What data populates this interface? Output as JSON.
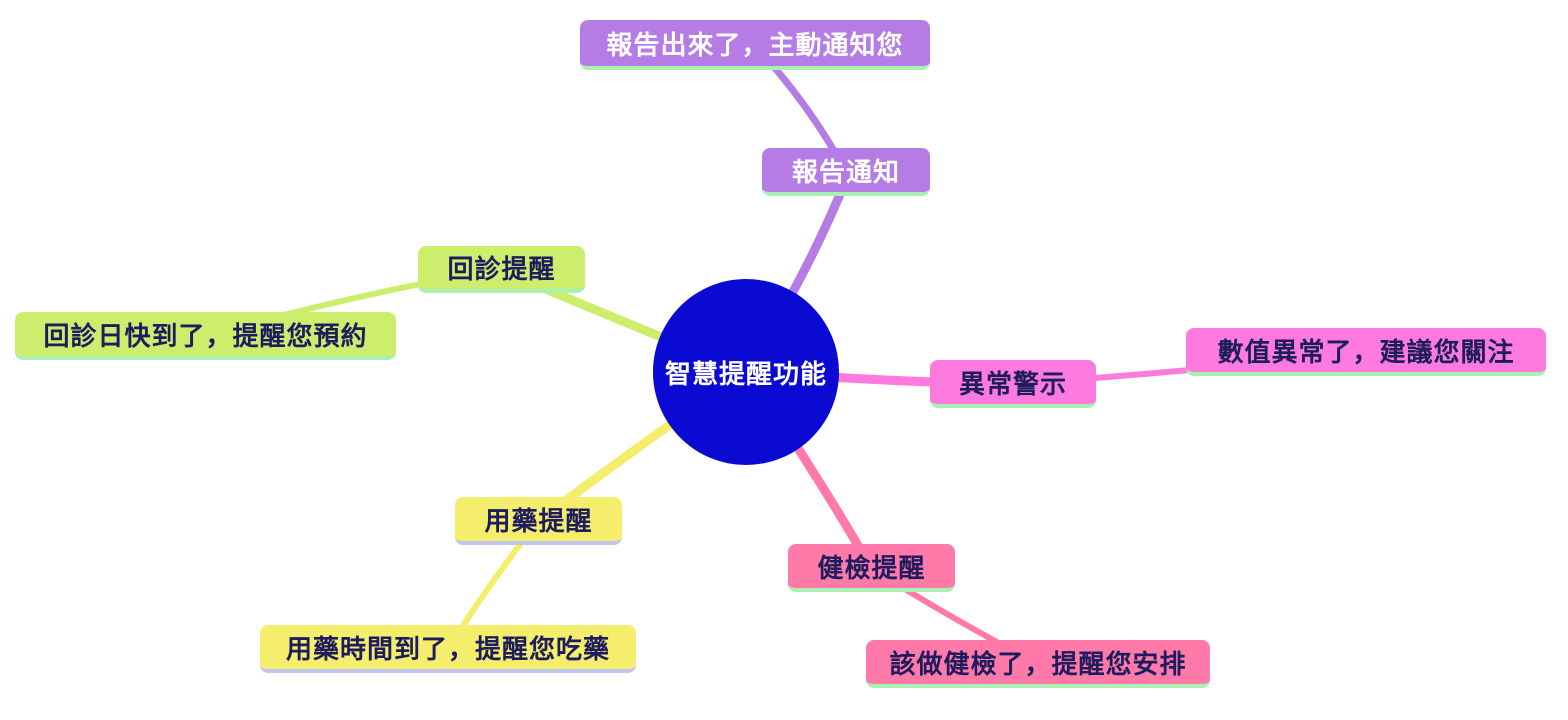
{
  "diagram": {
    "type": "mindmap",
    "background": "#ffffff",
    "root": {
      "label": "智慧提醒功能",
      "bg_color": "#0a0ad2",
      "text_color": "#ffffff"
    },
    "branches": [
      {
        "label": "報告通知",
        "leaf_label": "報告出來了，主動通知您",
        "color": "#b57ce6",
        "text_color": "#ffffff",
        "underline_color": "#a9f0b2",
        "direction": "top"
      },
      {
        "label": "回診提醒",
        "leaf_label": "回診日快到了，提醒您預約",
        "color": "#cdee6d",
        "text_color": "#1c1c5e",
        "underline_color": "#a9f0b2",
        "direction": "left"
      },
      {
        "label": "異常警示",
        "leaf_label": "數值異常了，建議您關注",
        "color": "#ff7ade",
        "text_color": "#1c1c5e",
        "underline_color": "#a9f0b2",
        "direction": "right"
      },
      {
        "label": "用藥提醒",
        "leaf_label": "用藥時間到了，提醒您吃藥",
        "color": "#f5ee6c",
        "text_color": "#1c1c5e",
        "underline_color": "#c3c3ef",
        "direction": "bottom-left"
      },
      {
        "label": "健檢提醒",
        "leaf_label": "該做健檢了，提醒您安排",
        "color": "#ff7aa8",
        "text_color": "#1c1c5e",
        "underline_color": "#a9f0b2",
        "direction": "bottom-right"
      }
    ]
  }
}
